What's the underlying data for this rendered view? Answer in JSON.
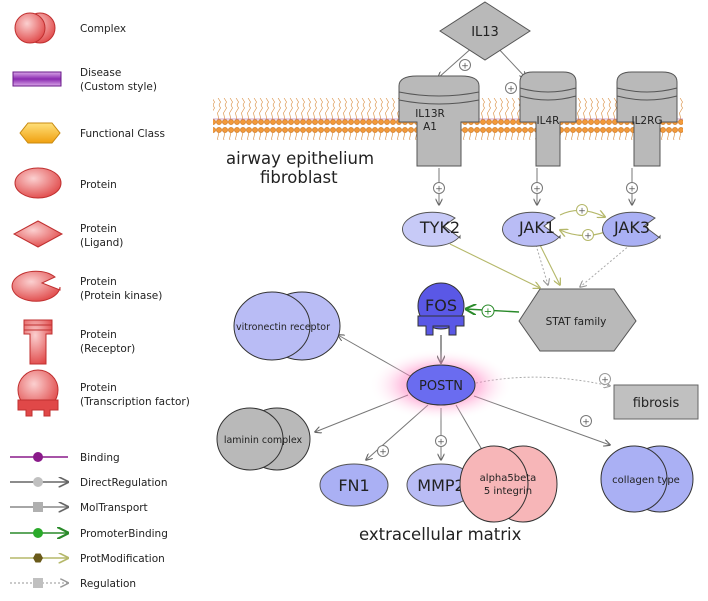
{
  "legend": {
    "items": [
      {
        "id": "complex",
        "label": [
          "Complex"
        ]
      },
      {
        "id": "disease",
        "label": [
          "Disease",
          "(Custom style)"
        ]
      },
      {
        "id": "functional-class",
        "label": [
          "Functional Class"
        ]
      },
      {
        "id": "protein",
        "label": [
          "Protein"
        ]
      },
      {
        "id": "ligand",
        "label": [
          "Protein",
          "(Ligand)"
        ]
      },
      {
        "id": "kinase",
        "label": [
          "Protein",
          "(Protein kinase)"
        ]
      },
      {
        "id": "receptor",
        "label": [
          "Protein",
          "(Receptor)"
        ]
      },
      {
        "id": "tf",
        "label": [
          "Protein",
          "(Transcription factor)"
        ]
      }
    ],
    "edges": [
      {
        "id": "binding",
        "label": "Binding",
        "color": "#8a1a8a"
      },
      {
        "id": "direct-regulation",
        "label": "DirectRegulation",
        "color": "#666666"
      },
      {
        "id": "mol-transport",
        "label": "MolTransport",
        "color": "#888888"
      },
      {
        "id": "promoter-binding",
        "label": "PromoterBinding",
        "color": "#2a8a2a"
      },
      {
        "id": "prot-modification",
        "label": "ProtModification",
        "color": "#7a7a1a"
      },
      {
        "id": "regulation",
        "label": "Regulation",
        "color": "#999999"
      }
    ]
  },
  "regions": {
    "membrane_label": [
      "airway epithelium",
      "fibroblast"
    ],
    "matrix_label": "extracellular matrix"
  },
  "nodes": {
    "il13": "IL13",
    "il13ra1": [
      "IL13R",
      "A1"
    ],
    "il4r": "IL4R",
    "il2rg": "IL2RG",
    "tyk2": "TYK2",
    "jak1": "JAK1",
    "jak3": "JAK3",
    "stat_family": "STAT family",
    "fos": "FOS",
    "postn": "POSTN",
    "vitronectin_receptor": "vitronectin receptor",
    "laminin_complex": "laminin complex",
    "fn1": "FN1",
    "mmp2": "MMP2",
    "alpha5beta5": [
      "alpha5beta",
      "5 integrin"
    ],
    "collagen_type": "collagen type",
    "fibrosis": "fibrosis"
  },
  "edge_sign": "+",
  "colors": {
    "gray_node": "#b9b9b9",
    "protein_lavender": "#aab0f4",
    "fos_blue": "#5a58e6",
    "postn_blue": "#6a6cf0",
    "alpha_pink": "#f7b6b8",
    "membrane_orange": "#f39a3a",
    "promoter_green": "#2a8a2a",
    "modification_olive": "#b5b86a"
  }
}
